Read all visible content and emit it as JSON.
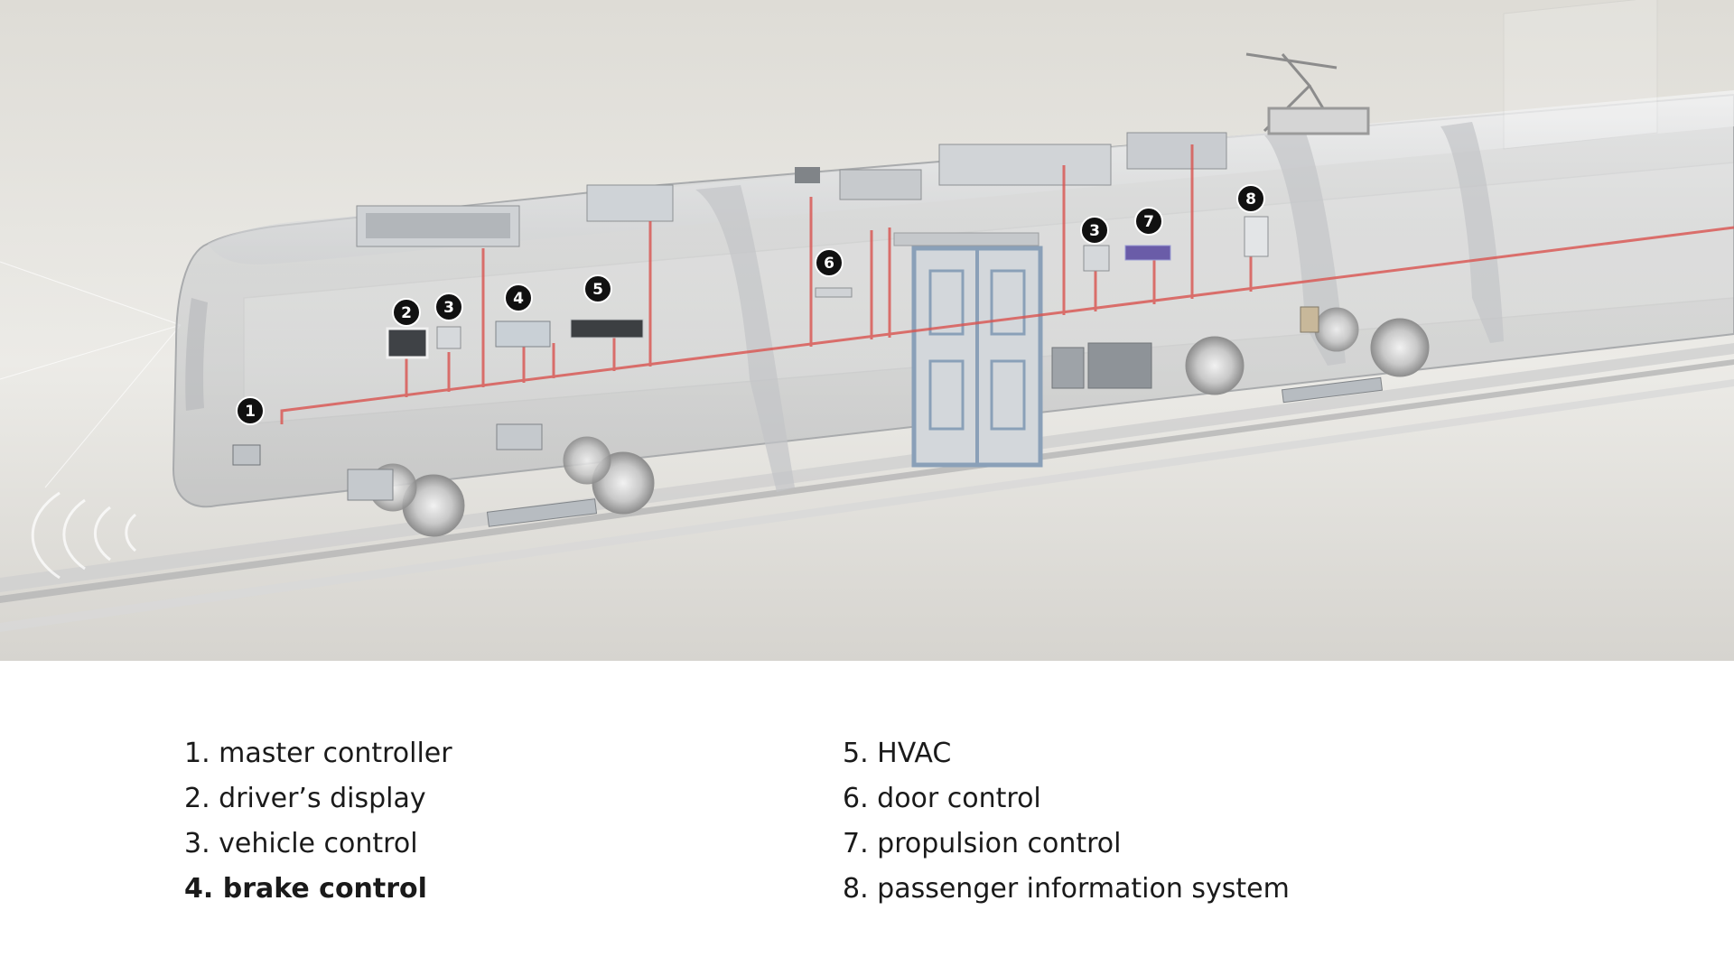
{
  "diagram": {
    "callouts": [
      {
        "number": "1"
      },
      {
        "number": "2"
      },
      {
        "number": "3"
      },
      {
        "number": "4"
      },
      {
        "number": "5"
      },
      {
        "number": "6"
      },
      {
        "number": "3"
      },
      {
        "number": "7"
      },
      {
        "number": "8"
      }
    ],
    "colors": {
      "wiring": "#d9534f",
      "badge": "#111111",
      "door_frame": "#8aa0b8",
      "body": "#c9cbcd",
      "background": "#e6e4df"
    }
  },
  "legend": {
    "left": [
      {
        "text": "1. master controller",
        "bold": false
      },
      {
        "text": "2. driver’s display",
        "bold": false
      },
      {
        "text": "3. vehicle control",
        "bold": false
      },
      {
        "text": "4. brake control",
        "bold": true
      }
    ],
    "right": [
      {
        "text": "5. HVAC",
        "bold": false
      },
      {
        "text": "6. door control",
        "bold": false
      },
      {
        "text": "7. propulsion control",
        "bold": false
      },
      {
        "text": "8. passenger information system",
        "bold": false
      }
    ]
  }
}
